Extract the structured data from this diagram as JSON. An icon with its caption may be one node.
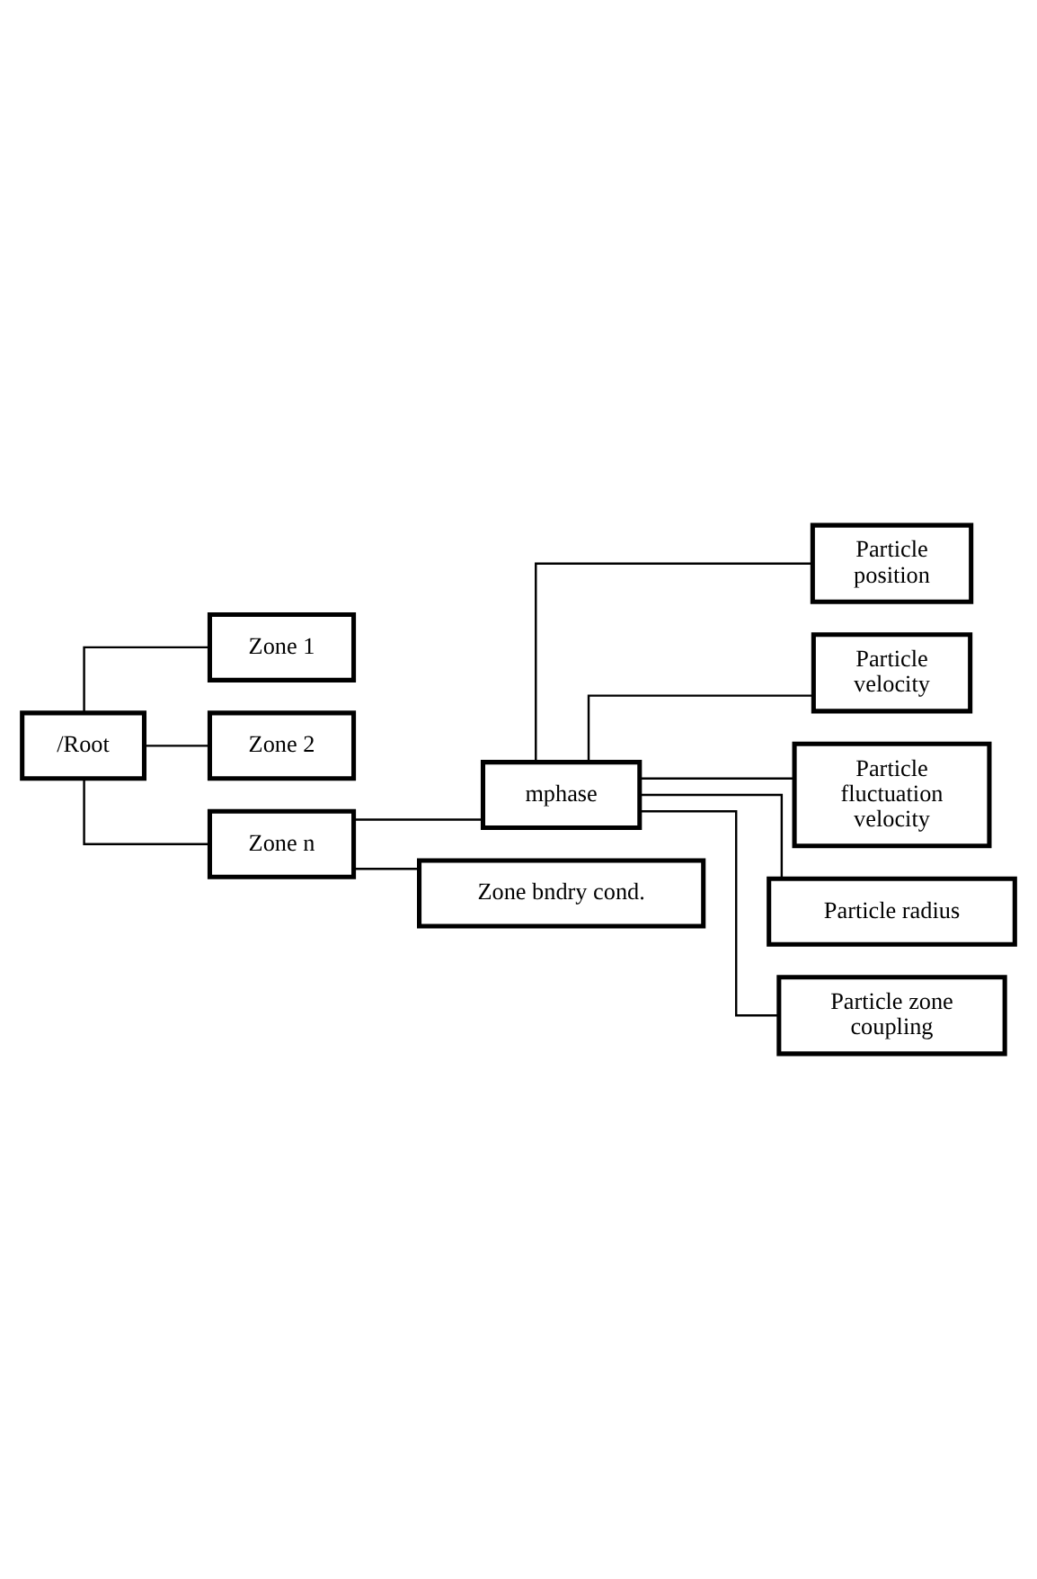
{
  "diagram": {
    "nodes": [
      {
        "text": [
          "/Root"
        ]
      },
      {
        "text": [
          "Zone 1"
        ]
      },
      {
        "text": [
          "Zone 2"
        ]
      },
      {
        "text": [
          "Zone n"
        ]
      },
      {
        "text": [
          "mphase"
        ]
      },
      {
        "text": [
          "Particle position"
        ]
      },
      {
        "text": [
          "Particle velocity"
        ]
      },
      {
        "text": [
          "Particle fluctuation velocity"
        ]
      },
      {
        "text": [
          "Particle radius"
        ]
      },
      {
        "text": [
          "Particle zone coupling"
        ]
      },
      {
        "text": [
          "Zone bndry cond."
        ]
      }
    ],
    "edges": [
      {
        "from": 0,
        "to": 1,
        "arrow": "none"
      },
      {
        "from": 0,
        "to": 2,
        "arrow": "none"
      },
      {
        "from": 0,
        "to": 3,
        "arrow": "none"
      },
      {
        "from": 3,
        "to": 4,
        "arrow": "none"
      },
      {
        "from": 4,
        "to": 5,
        "arrow": "none"
      },
      {
        "from": 4,
        "to": 6,
        "arrow": "none"
      },
      {
        "from": 4,
        "to": 7,
        "arrow": "none"
      },
      {
        "from": 4,
        "to": 8,
        "arrow": "none"
      },
      {
        "from": 4,
        "to": 9,
        "arrow": "none"
      },
      {
        "from": 3,
        "to": 10,
        "arrow": "none"
      }
    ]
  }
}
